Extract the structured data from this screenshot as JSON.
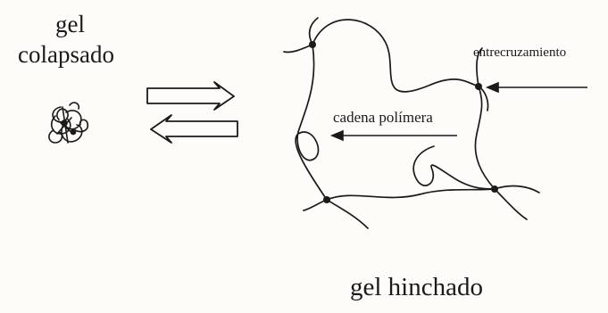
{
  "labels": {
    "collapsed_line1": "gel",
    "collapsed_line2": "colapsado",
    "crosslink": "entrecruzamiento",
    "polymer_chain": "cadena polímera",
    "swollen": "gel hinchado"
  },
  "colors": {
    "ink": "#1a1a1a",
    "background": "#fdfcf8"
  }
}
